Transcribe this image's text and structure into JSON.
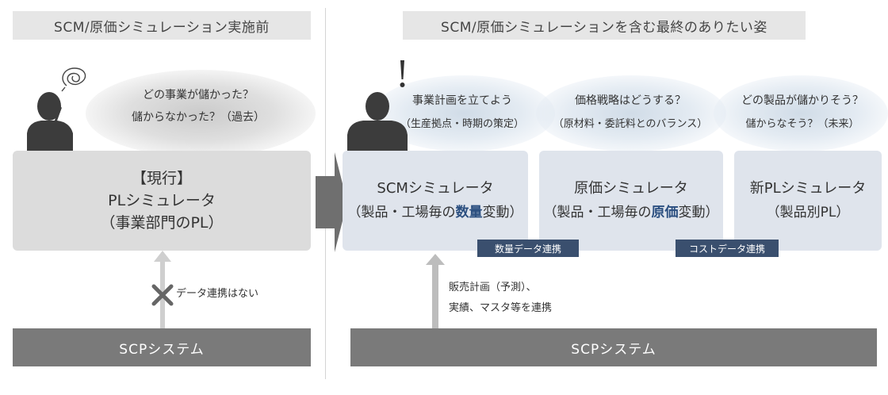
{
  "left": {
    "header": "SCM/原価シミュレーション実施前",
    "thought": {
      "line1": "どの事業が儲かった？",
      "line2": "儲からなかった？（過去）"
    },
    "box": {
      "line1": "【現行】",
      "line2": "PLシミュレータ",
      "line3": "（事業部門のPL）"
    },
    "no_link_label": "データ連携はない",
    "bar": "SCPシステム"
  },
  "right": {
    "header": "SCM/原価シミュレーションを含む最終のありたい姿",
    "thoughts": [
      {
        "line1": "事業計画を立てよう",
        "line2": "（生産拠点・時期の策定）"
      },
      {
        "line1": "価格戦略はどうする？",
        "line2": "（原材料・委託料とのバランス）"
      },
      {
        "line1": "どの製品が儲かりそう？",
        "line2": "儲からなそう？（未来）"
      }
    ],
    "boxes": {
      "scm": {
        "title": "SCMシミュレータ",
        "sub_pre": "（製品・工場毎の",
        "sub_hl": "数量",
        "sub_post": "変動）"
      },
      "cost": {
        "title": "原価シミュレータ",
        "sub_pre": "（製品・工場毎の",
        "sub_hl": "原価",
        "sub_post": "変動）"
      },
      "pl": {
        "title": "新PLシミュレータ",
        "sub": "（製品別PL）"
      }
    },
    "tags": {
      "qty": "数量データ連携",
      "cost": "コストデータ連携"
    },
    "link_note": {
      "line1": "販売計画（予測）、",
      "line2": "実績、マスタ等を連携"
    },
    "bar": "SCPシステム"
  },
  "colors": {
    "accent": "#2b4f80",
    "tag_bg": "#3a4f6e",
    "bar_bg": "#7a7a7a",
    "box_gray": "#dcdcdc",
    "box_blue": "#dfe4ec"
  },
  "icons": [
    "person-silhouette-icon",
    "confused-scribble-icon",
    "exclamation-icon",
    "cross-icon",
    "up-arrow-icon",
    "right-arrow-icon",
    "chevron-right-icon"
  ]
}
